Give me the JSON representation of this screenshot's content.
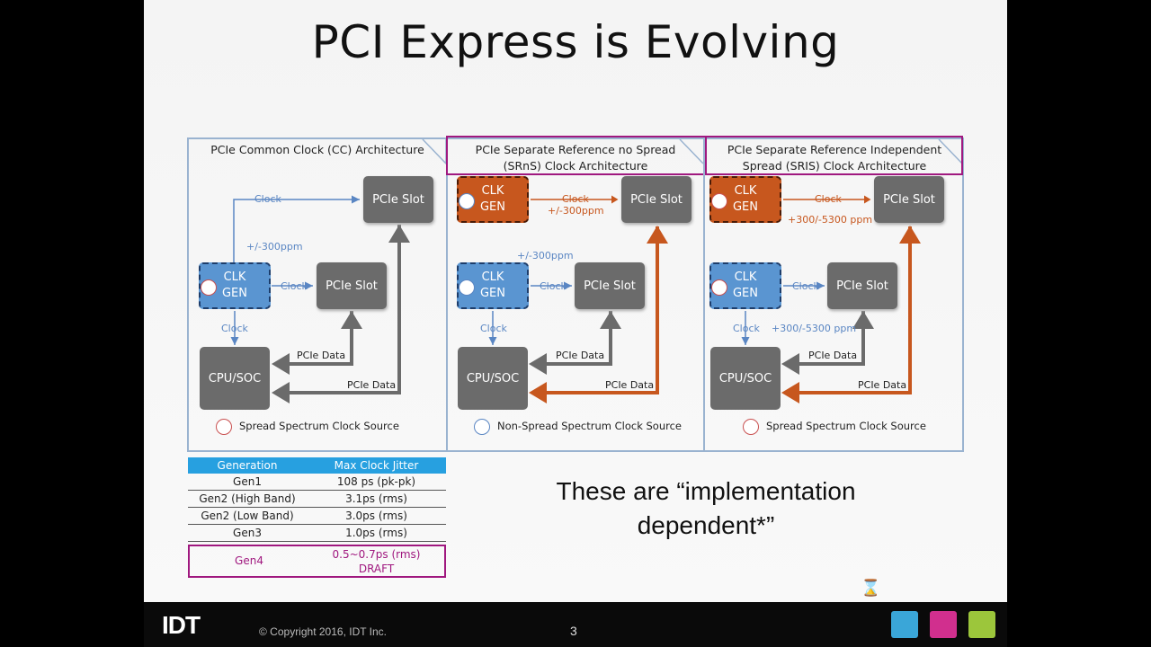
{
  "title": "PCI Express is Evolving",
  "panels": [
    {
      "title_line1": "PCIe Common Clock (CC) Architecture",
      "title_line2": "",
      "clk_gen": [
        "CLK",
        "GEN"
      ],
      "slot": "PCIe Slot",
      "cpu": "CPU/SOC",
      "clock": "Clock",
      "ppm": "+/-300ppm",
      "pcie_data": "PCIe Data",
      "legend": "Spread Spectrum Clock Source"
    },
    {
      "title_line1": "PCIe Separate Reference no Spread",
      "title_line2": "(SRnS) Clock Architecture",
      "clk_gen": [
        "CLK",
        "GEN"
      ],
      "slot": "PCIe Slot",
      "cpu": "CPU/SOC",
      "clock": "Clock",
      "ppm_top": "+/-300ppm",
      "ppm_mid": "+/-300ppm",
      "pcie_data": "PCIe Data",
      "legend": "Non-Spread Spectrum Clock Source"
    },
    {
      "title_line1": "PCIe Separate Reference Independent",
      "title_line2": "Spread (SRIS) Clock Architecture",
      "clk_gen": [
        "CLK",
        "GEN"
      ],
      "slot": "PCIe Slot",
      "cpu": "CPU/SOC",
      "clock": "Clock",
      "ppm_top": "+300/-5300 ppm",
      "ppm_mid": "+300/-5300 ppm",
      "pcie_data": "PCIe Data",
      "legend": "Spread Spectrum Clock Source"
    }
  ],
  "jitter_table": {
    "headers": [
      "Generation",
      "Max Clock Jitter"
    ],
    "rows": [
      [
        "Gen1",
        "108 ps (pk-pk)"
      ],
      [
        "Gen2 (High Band)",
        "3.1ps (rms)"
      ],
      [
        "Gen2 (Low Band)",
        "3.0ps (rms)"
      ],
      [
        "Gen3",
        "1.0ps (rms)"
      ]
    ],
    "gen4": {
      "name": "Gen4",
      "value_line1": "0.5~0.7ps (rms)",
      "value_line2": "DRAFT"
    }
  },
  "implementation_text_line1": "These are “implementation",
  "implementation_text_line2": "dependent*”",
  "footer": {
    "logo": "IDT",
    "copyright": "© Copyright 2016, IDT Inc.",
    "page": "3"
  },
  "colors": {
    "accent_blue": "#5a95d1",
    "accent_orange": "#c7571e",
    "highlight_magenta": "#a0187f",
    "table_header": "#27a0e0"
  }
}
